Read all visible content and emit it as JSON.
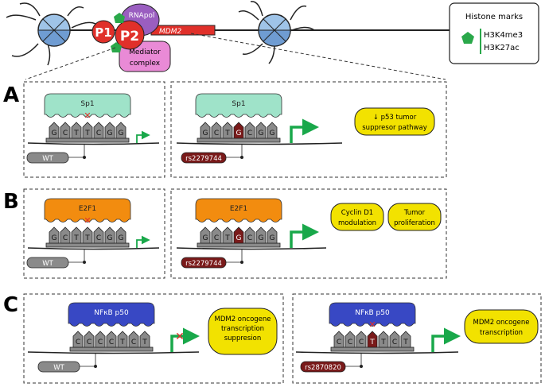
{
  "top": {
    "promoter1": "P1",
    "promoter2": "P2",
    "rnapol": "RNApol",
    "gene": "MDM2",
    "mediator_line1": "Mediator",
    "mediator_line2": "complex"
  },
  "legend": {
    "title": "Histone marks",
    "items": [
      "H3K4me3",
      "H3K27ac"
    ]
  },
  "panels": {
    "A": {
      "letter": "A",
      "left": {
        "factor": "Sp1",
        "bases": [
          "G",
          "C",
          "T",
          "T",
          "C",
          "G",
          "G"
        ],
        "tag": "WT"
      },
      "right": {
        "factor": "Sp1",
        "bases": [
          "G",
          "C",
          "T",
          "G",
          "C",
          "G",
          "G"
        ],
        "tag": "rs2279744"
      },
      "effects": [
        "↓ p53 tumor suppresor pathway"
      ]
    },
    "B": {
      "letter": "B",
      "left": {
        "factor": "E2F1",
        "bases": [
          "G",
          "C",
          "T",
          "T",
          "C",
          "G",
          "G"
        ],
        "tag": "WT"
      },
      "right": {
        "factor": "E2F1",
        "bases": [
          "G",
          "C",
          "T",
          "G",
          "C",
          "G",
          "G"
        ],
        "tag": "rs2279744"
      },
      "effects": [
        "Cyclin D1 modulation",
        "Tumor proliferation"
      ]
    },
    "C": {
      "letter": "C",
      "left": {
        "factor": "NFκB p50",
        "bases": [
          "C",
          "C",
          "C",
          "C",
          "T",
          "C",
          "T"
        ],
        "tag": "WT",
        "effect": "MDM2 oncogene transcription suppresion"
      },
      "right": {
        "factor": "NFκB p50",
        "bases": [
          "C",
          "C",
          "C",
          "T",
          "T",
          "C",
          "T"
        ],
        "tag": "rs2870820",
        "effect": "MDM2 oncogene transcription"
      }
    }
  },
  "colors": {
    "sp1": "#9fe3c9",
    "e2f1": "#f28c0f",
    "nfkb": "#3848c4",
    "yellow": "#f2e200",
    "variant": "#7a1a1a",
    "arrow": "#19a84a",
    "red": "#e0302a",
    "purple": "#9a5ec0",
    "pink": "#e98ad6",
    "green": "#2aa84a"
  }
}
